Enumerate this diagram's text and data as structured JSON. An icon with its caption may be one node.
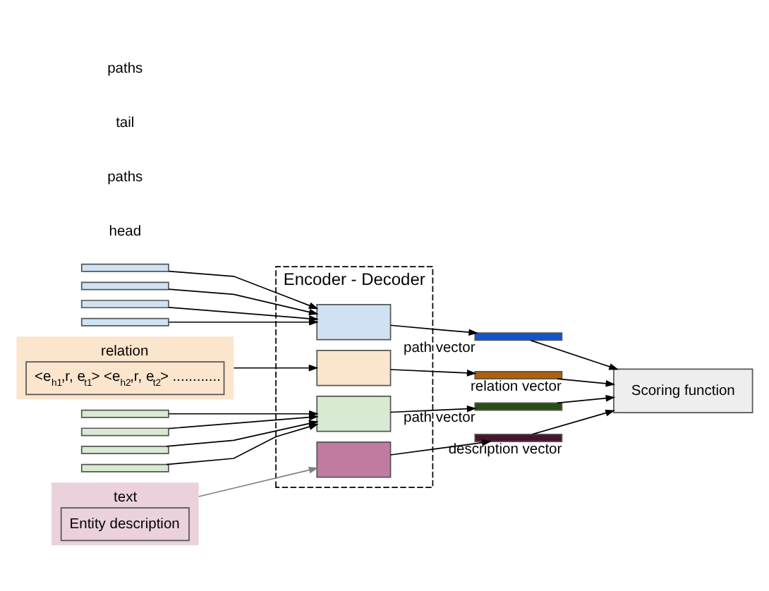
{
  "diagram": {
    "nodes": [
      {
        "text": [
          "Encoder - Decoder"
        ]
      },
      {
        "text": [],
        "shape": "bar"
      },
      {
        "text": [],
        "shape": "bar"
      },
      {
        "text": [],
        "shape": "bar"
      },
      {
        "text": [],
        "shape": "bar"
      },
      {
        "text": [
          "relation",
          "<e$_{h1}$,r, e$_{t1}$> <e$_{h2}$,r, e$_{t2}$> ............"
        ]
      },
      {
        "text": [],
        "shape": "bar"
      },
      {
        "text": [],
        "shape": "bar"
      },
      {
        "text": [],
        "shape": "bar"
      },
      {
        "text": [],
        "shape": "bar"
      },
      {
        "text": [
          "text",
          "Entity description"
        ]
      },
      {
        "text": [],
        "shape": "box",
        "in": 0
      },
      {
        "text": [],
        "shape": "box",
        "in": 0
      },
      {
        "text": [],
        "shape": "box",
        "in": 0
      },
      {
        "text": [],
        "shape": "box",
        "in": 0
      },
      {
        "text": [],
        "shape": "bar",
        "beside": [
          "path vector"
        ]
      },
      {
        "text": [],
        "shape": "bar",
        "beside": [
          "relation vector"
        ]
      },
      {
        "text": [],
        "shape": "bar",
        "beside": [
          "path vector"
        ]
      },
      {
        "text": [],
        "shape": "bar",
        "beside": [
          "description vector"
        ]
      },
      {
        "text": [
          "Scoring function"
        ]
      }
    ],
    "edges": [
      {
        "from": 1,
        "to": 11,
        "arrow": "to"
      },
      {
        "from": 2,
        "to": 11,
        "arrow": "to"
      },
      {
        "from": 3,
        "to": 11,
        "arrow": "to"
      },
      {
        "from": 4,
        "to": 11,
        "arrow": "to"
      },
      {
        "from": 5,
        "to": 12,
        "arrow": "to"
      },
      {
        "from": 6,
        "to": 13,
        "arrow": "to"
      },
      {
        "from": 7,
        "to": 13,
        "arrow": "to"
      },
      {
        "from": 8,
        "to": 13,
        "arrow": "to"
      },
      {
        "from": 9,
        "to": 13,
        "arrow": "to"
      },
      {
        "from": 10,
        "to": 14,
        "arrow": "to",
        "color": "#808080"
      },
      {
        "from": 11,
        "to": 15,
        "arrow": "to"
      },
      {
        "from": 12,
        "to": 16,
        "arrow": "to"
      },
      {
        "from": 13,
        "to": 17,
        "arrow": "to"
      },
      {
        "from": 14,
        "to": 18,
        "arrow": "to"
      },
      {
        "from": 15,
        "to": 19,
        "arrow": "to"
      },
      {
        "from": 16,
        "to": 19,
        "arrow": "to"
      },
      {
        "from": 17,
        "to": 19,
        "arrow": "to"
      },
      {
        "from": 18,
        "to": 19,
        "arrow": "to"
      }
    ],
    "labels": [
      "head",
      "paths",
      "tail",
      "paths"
    ]
  }
}
